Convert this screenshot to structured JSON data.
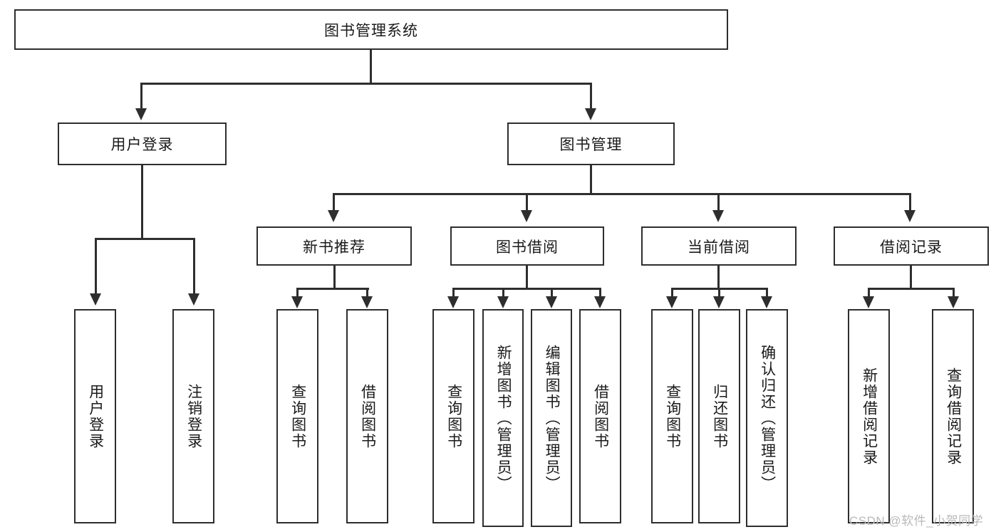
{
  "diagram": {
    "type": "tree-hierarchy",
    "title": "图书管理系统",
    "root": {
      "id": "root",
      "label": "图书管理系统"
    },
    "level1": [
      {
        "id": "user-login",
        "label": "用户登录"
      },
      {
        "id": "book-manage",
        "label": "图书管理"
      }
    ],
    "level2": [
      {
        "id": "new-book-recommend",
        "label": "新书推荐",
        "parent": "book-manage"
      },
      {
        "id": "book-borrow",
        "label": "图书借阅",
        "parent": "book-manage"
      },
      {
        "id": "current-borrow",
        "label": "当前借阅",
        "parent": "book-manage"
      },
      {
        "id": "borrow-record",
        "label": "借阅记录",
        "parent": "book-manage"
      }
    ],
    "leaves": {
      "user_login": [
        {
          "id": "leaf-user-login",
          "label": "用户登录"
        },
        {
          "id": "leaf-logout-login",
          "label": "注销登录"
        }
      ],
      "new_book_recommend": [
        {
          "id": "leaf-query-book-1",
          "label": "查询图书"
        },
        {
          "id": "leaf-borrow-book-1",
          "label": "借阅图书"
        }
      ],
      "book_borrow": [
        {
          "id": "leaf-query-book-2",
          "label": "查询图书"
        },
        {
          "id": "leaf-add-book",
          "label": "新增图书（管理员）"
        },
        {
          "id": "leaf-edit-book",
          "label": "编辑图书（管理员）"
        },
        {
          "id": "leaf-borrow-book-2",
          "label": "借阅图书"
        }
      ],
      "current_borrow": [
        {
          "id": "leaf-query-book-3",
          "label": "查询图书"
        },
        {
          "id": "leaf-return-book",
          "label": "归还图书"
        },
        {
          "id": "leaf-confirm-return",
          "label": "确认归还（管理员）"
        }
      ],
      "borrow_record": [
        {
          "id": "leaf-add-record",
          "label": "新增借阅记录"
        },
        {
          "id": "leaf-query-record",
          "label": "查询借阅记录"
        }
      ]
    }
  },
  "watermark": {
    "text": "CSDN @软件_小贺同学"
  },
  "colors": {
    "stroke": "#2e2e2e",
    "background": "#ffffff",
    "text": "#1a1a1a",
    "watermark": "#b9b9b9"
  }
}
